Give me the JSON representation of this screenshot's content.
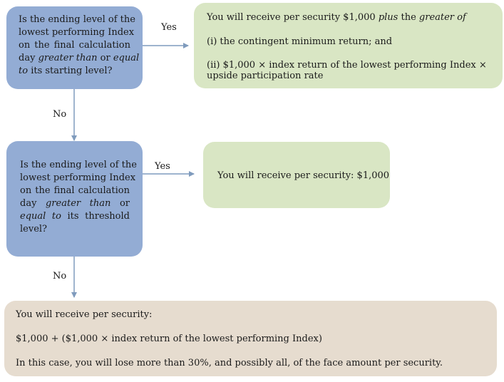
{
  "question1": {
    "lines": [
      "Is the ending level of the",
      "lowest performing Index",
      "on the final calculation"
    ],
    "line4_pre": "day ",
    "line4_em1": "greater than",
    "line4_mid": " or ",
    "line4_em2": "equal",
    "line5_em": "to",
    "line5_post": " its starting level?"
  },
  "question2": {
    "lines": [
      "Is the ending level of the",
      "lowest performing Index",
      "on the final calculation"
    ],
    "line4_pre": "day ",
    "line4_em": "greater than",
    "line4_post": " or",
    "line5_em1": "equal",
    "line5_sp": " ",
    "line5_em2": "to",
    "line5_post": " its threshold",
    "line6": "level?"
  },
  "labels": {
    "yes1": "Yes",
    "no1": "No",
    "yes2": "Yes",
    "no2": "No"
  },
  "outcome1": {
    "line1_pre": "You will receive per security $1,000 ",
    "line1_em1": "plus",
    "line1_mid": " the ",
    "line1_em2": "greater of",
    "item1": "(i) the contingent minimum return; and",
    "item2_a": "(ii) $1,000 × index return of the lowest performing Index ×",
    "item2_b": "upside participation rate"
  },
  "outcome2": {
    "text": "You will receive per security: $1,000"
  },
  "outcome3": {
    "line1": "You will receive per security:",
    "line2": "$1,000 + ($1,000 × index return of the lowest performing Index)",
    "line3": "In this case, you will lose more than 30%, and possibly all, of the face amount per security."
  },
  "colors": {
    "question_fill": "#93acd4",
    "outcome_green": "#d9e6c4",
    "outcome_beige": "#e6dccf",
    "arrow": "#7f9bbd"
  }
}
